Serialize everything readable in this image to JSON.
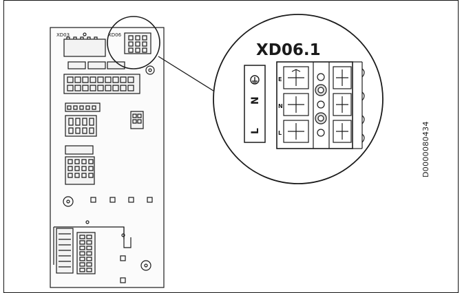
{
  "figure": {
    "doc_id": "D0000080434",
    "board_labels": {
      "top_left": "XD03",
      "top_right": "XD06"
    },
    "zoom": {
      "title": "XD06.1",
      "terminals": [
        {
          "symbol": "⏚",
          "side_mark": "E"
        },
        {
          "symbol": "N",
          "side_mark": "N"
        },
        {
          "symbol": "L",
          "side_mark": "L"
        }
      ]
    },
    "colors": {
      "line": "#1a1a1a",
      "fill_light": "#f3f3f3",
      "terminal_shade": "#dcdcdc"
    }
  }
}
